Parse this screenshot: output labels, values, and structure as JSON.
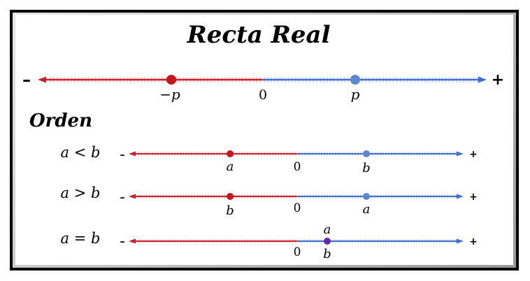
{
  "title": "Recta Real",
  "main_line": {
    "minus_sign": "–",
    "plus_sign": "+",
    "neg_point_label": "−p",
    "zero_label": "0",
    "pos_point_label": "p"
  },
  "order_section": {
    "heading": "Orden",
    "rows": [
      {
        "relation": "a < b",
        "minus_sign": "–",
        "plus_sign": "+",
        "zero_label": "0",
        "left_point_label": "a",
        "right_point_label": "b"
      },
      {
        "relation": "a > b",
        "minus_sign": "–",
        "plus_sign": "+",
        "zero_label": "0",
        "left_point_label": "b",
        "right_point_label": "a"
      },
      {
        "relation": "a = b",
        "minus_sign": "–",
        "plus_sign": "+",
        "zero_label": "0",
        "point_label_top": "a",
        "point_label_bottom": "b"
      }
    ]
  },
  "colors": {
    "negative": "#cc1f2a",
    "positive": "#3f6fd0",
    "point_negative": "#c4161c",
    "point_positive": "#5b86d1",
    "point_equal": "#6a2aa8",
    "tick_negative": "#e9a0a4",
    "tick_positive": "#a9bfe9"
  }
}
